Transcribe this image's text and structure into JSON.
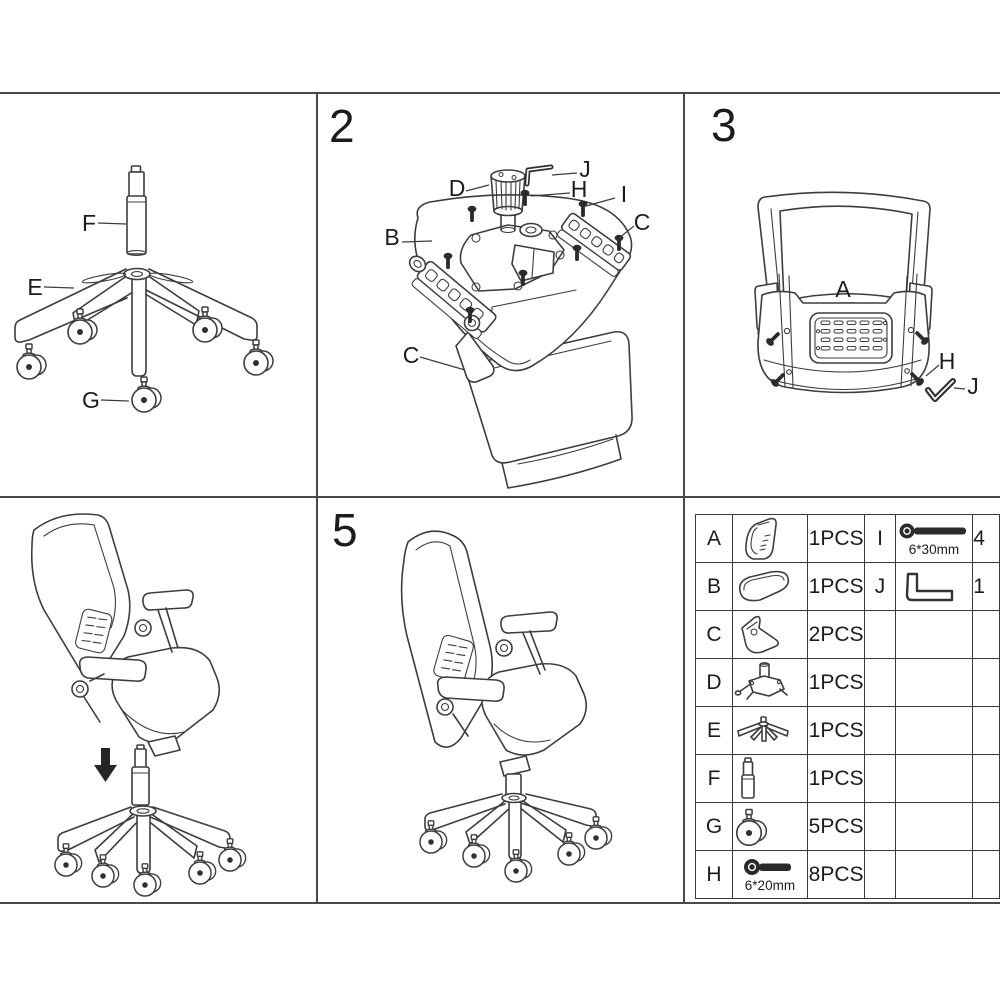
{
  "page": {
    "background": "#ffffff",
    "line_color": "#3d3d3d",
    "grid_color": "#4a4a4a",
    "text_color": "#1c1c1c"
  },
  "panels": {
    "step1": {
      "number": "",
      "labels": [
        "F",
        "E",
        "G"
      ]
    },
    "step2": {
      "number": "2",
      "labels": [
        "J",
        "D",
        "H",
        "I",
        "C",
        "B",
        "C"
      ]
    },
    "step3": {
      "number": "3",
      "labels": [
        "A",
        "H",
        "J"
      ]
    },
    "step4": {
      "number": ""
    },
    "step5": {
      "number": "5"
    }
  },
  "parts_table": {
    "rows": [
      {
        "letter": "A",
        "icon": "backrest-icon",
        "qty": "1PCS",
        "letter2": "I",
        "icon2": "bolt-long-icon",
        "icon2_caption": "6*30mm",
        "qty2": "4"
      },
      {
        "letter": "B",
        "icon": "seat-icon",
        "qty": "1PCS",
        "letter2": "J",
        "icon2": "allen-key-icon",
        "icon2_caption": "",
        "qty2": "1"
      },
      {
        "letter": "C",
        "icon": "armrest-icon",
        "qty": "2PCS",
        "letter2": "",
        "icon2": "",
        "icon2_caption": "",
        "qty2": ""
      },
      {
        "letter": "D",
        "icon": "mechanism-icon",
        "qty": "1PCS",
        "letter2": "",
        "icon2": "",
        "icon2_caption": "",
        "qty2": ""
      },
      {
        "letter": "E",
        "icon": "base-icon",
        "qty": "1PCS",
        "letter2": "",
        "icon2": "",
        "icon2_caption": "",
        "qty2": ""
      },
      {
        "letter": "F",
        "icon": "gas-lift-icon",
        "qty": "1PCS",
        "letter2": "",
        "icon2": "",
        "icon2_caption": "",
        "qty2": ""
      },
      {
        "letter": "G",
        "icon": "caster-icon",
        "qty": "5PCS",
        "letter2": "",
        "icon2": "",
        "icon2_caption": "",
        "qty2": ""
      },
      {
        "letter": "H",
        "icon": "bolt-short-icon",
        "icon_caption": "6*20mm",
        "qty": "8PCS",
        "letter2": "",
        "icon2": "",
        "icon2_caption": "",
        "qty2": ""
      }
    ]
  }
}
